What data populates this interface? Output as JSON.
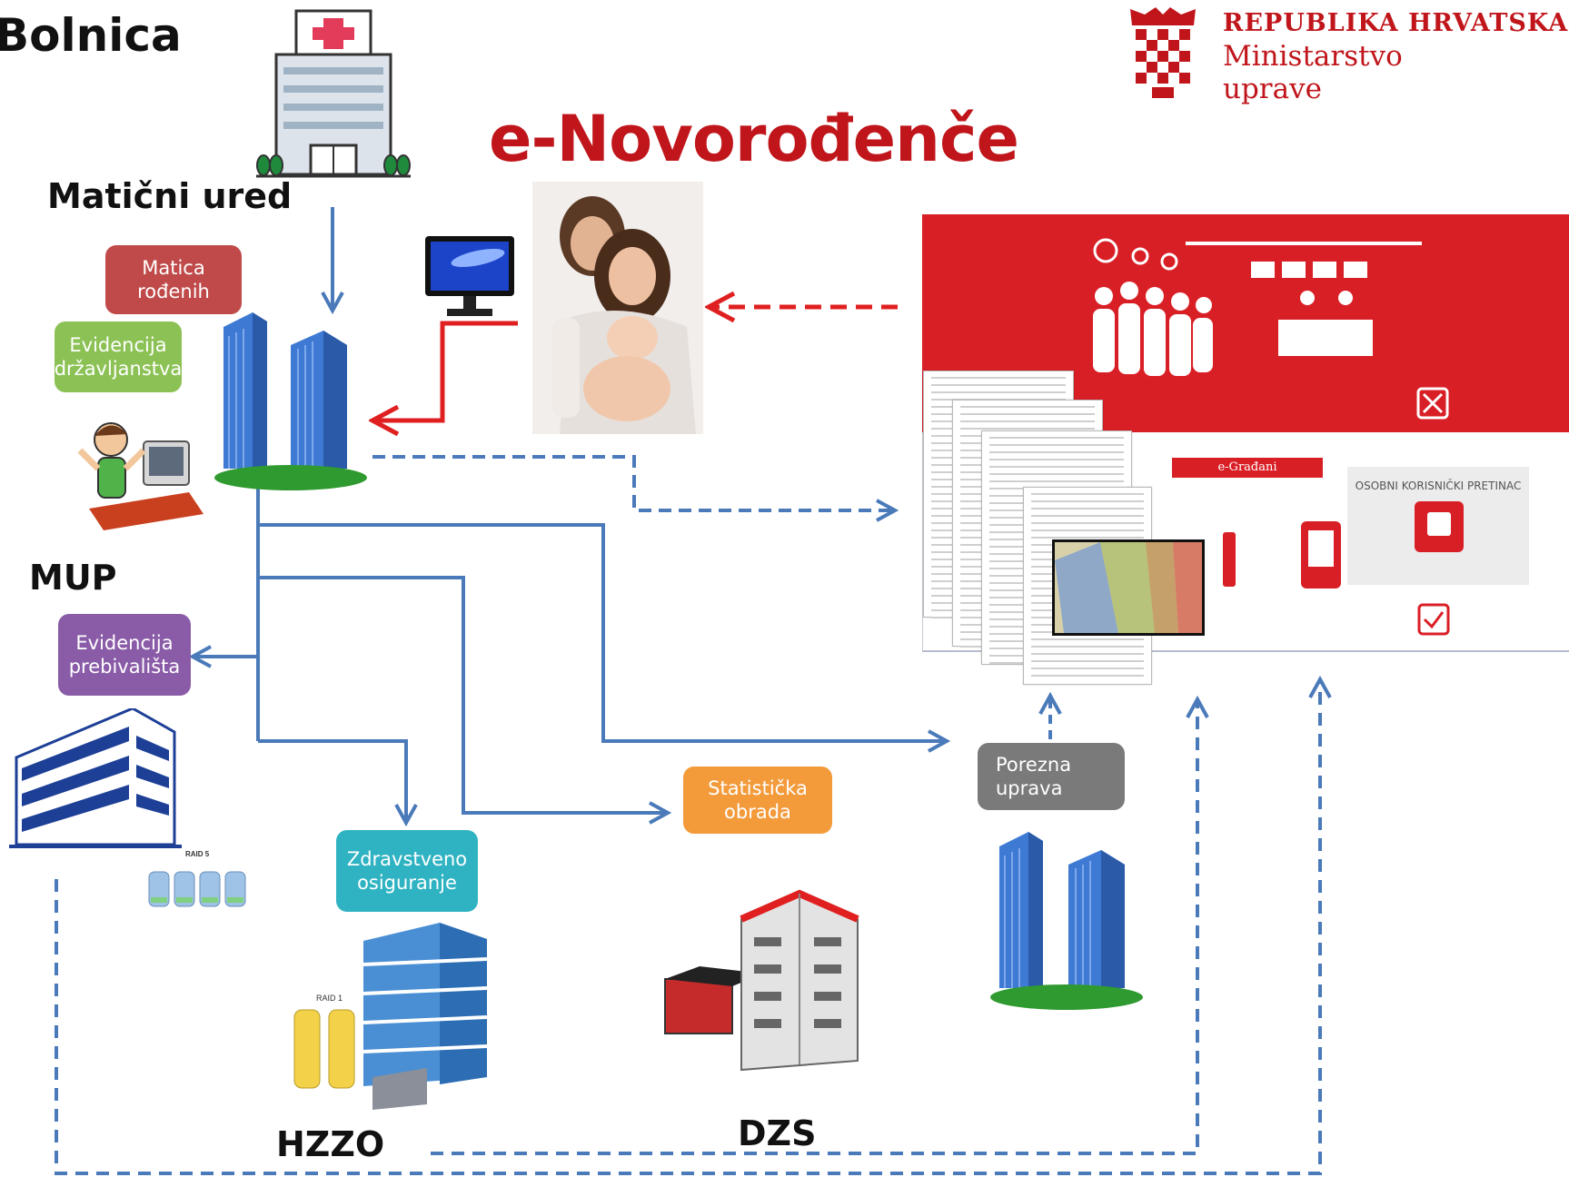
{
  "header": {
    "hospital_label": "Bolnica",
    "title": "e-Novorođenče",
    "government": {
      "line1": "REPUBLIKA HRVATSKA",
      "line2": "Ministarstvo",
      "line3": "uprave"
    }
  },
  "nodes": {
    "maticni_ured": "Matični ured",
    "mup": "MUP",
    "hzzo": "HZZO",
    "dzs": "DZS"
  },
  "boxes": {
    "matica_rodenih": [
      "Matica",
      "rođenih"
    ],
    "evidencija_drzavljanstva": [
      "Evidencija",
      "državljanstva"
    ],
    "evidencija_prebivalista": [
      "Evidencija",
      "prebivališta"
    ],
    "zdravstveno_osiguranje": [
      "Zdravstveno",
      "osiguranje"
    ],
    "statisticka_obrada": [
      "Statistička",
      "obrada"
    ],
    "porezna_uprava": [
      "Porezna",
      "uprava"
    ]
  },
  "portal": {
    "egradani_label": "e-Građani",
    "pretinac_label": "OSOBNI KORISNIČKI PRETINAC"
  },
  "storage": {
    "raid5_label": "RAID 5",
    "raid1_label": "RAID 1"
  },
  "colors": {
    "title_red": "#c0161b",
    "arrow_blue": "#4a7ab9",
    "arrow_red": "#e02020",
    "portal_red": "#d91f26",
    "matica_box": "#c04a4a",
    "drzavljanstvo_box": "#8cc255",
    "prebivaliste_box": "#8a5ca8",
    "zdravstvo_box": "#2fb3c2",
    "statistika_box": "#f39a3b",
    "porezna_box": "#7a7a7a"
  },
  "icons": [
    "hospital-icon",
    "monitor-icon",
    "family-photo",
    "office-building-icon",
    "worker-at-computer-icon",
    "datacenter-icon",
    "checkerboard-coat-of-arms-icon",
    "banknotes-photo"
  ]
}
